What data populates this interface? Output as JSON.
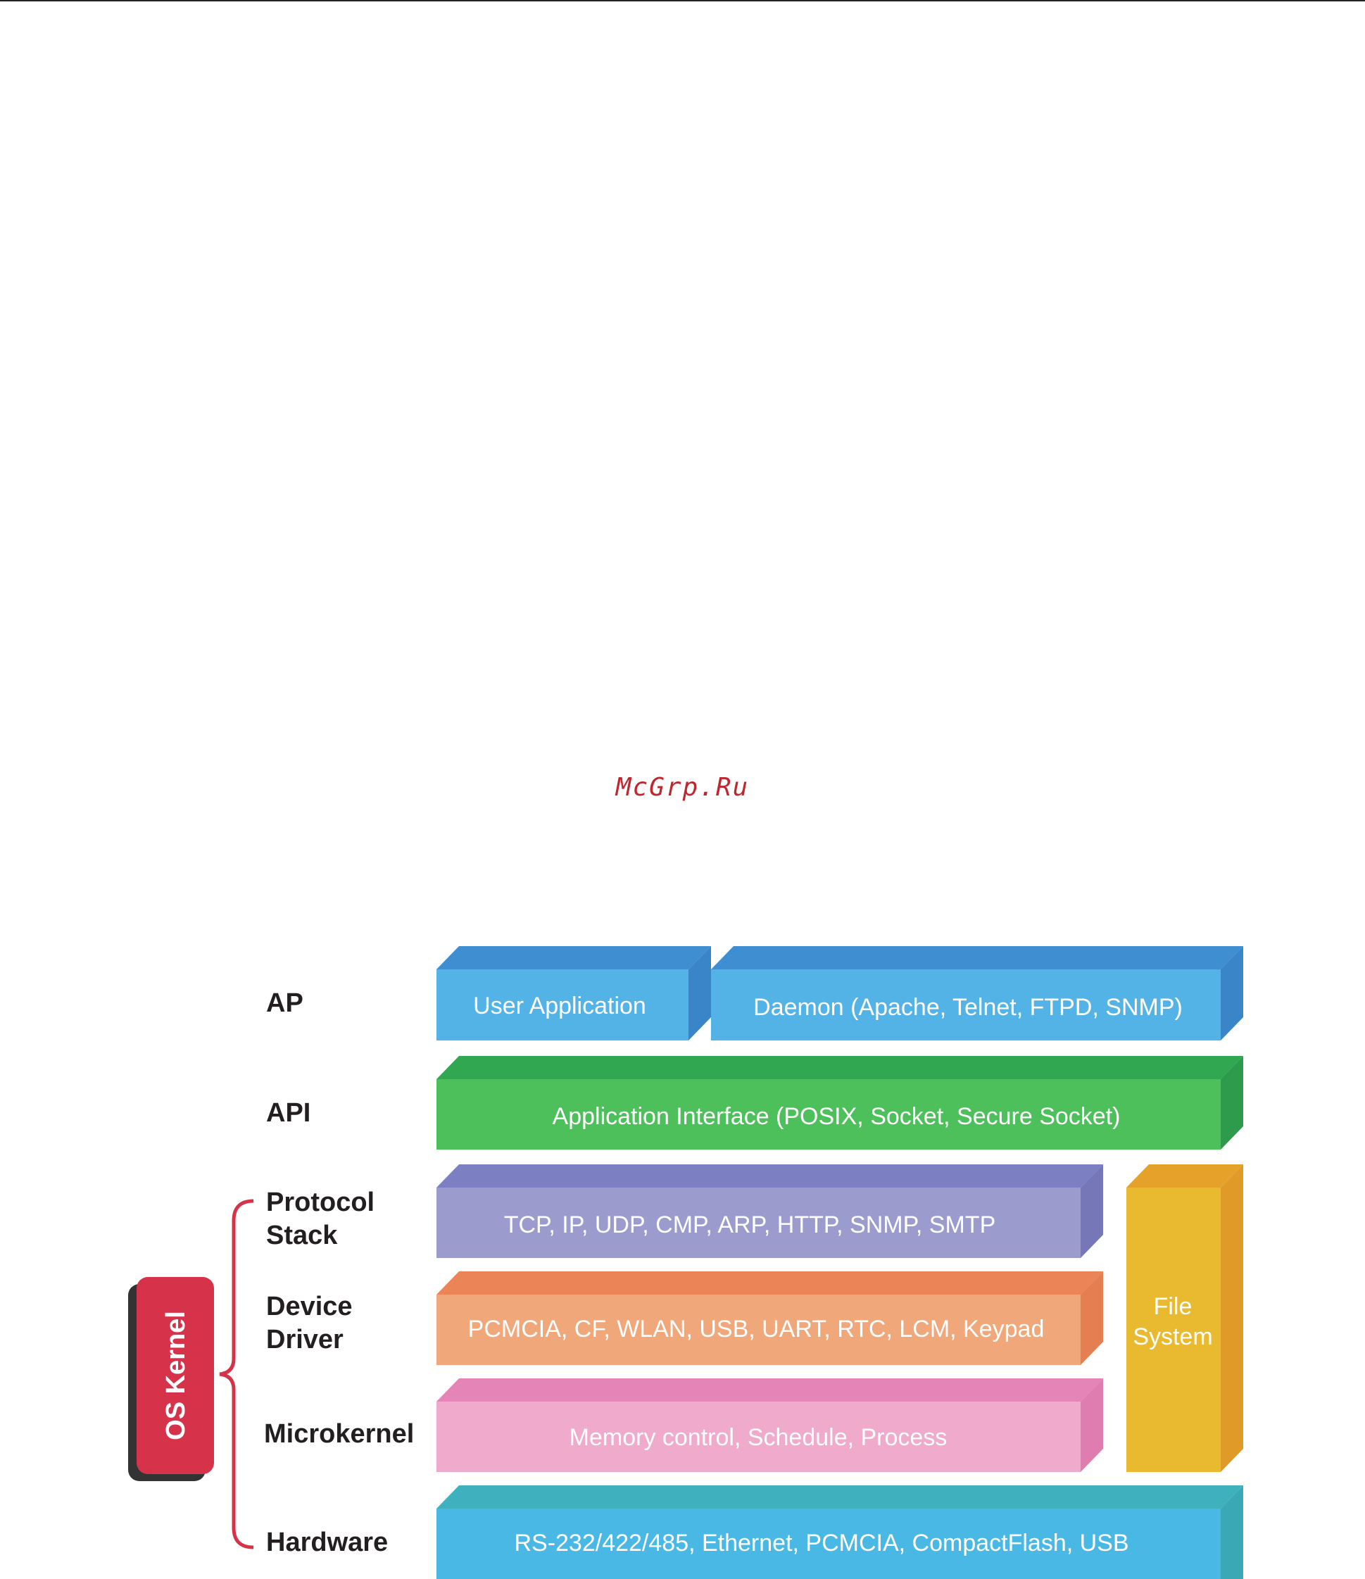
{
  "watermark": "McGrp.Ru",
  "rows": {
    "ap": {
      "label": "AP"
    },
    "api": {
      "label": "API"
    },
    "protocol_stack": {
      "label_line1": "Protocol",
      "label_line2": "Stack"
    },
    "device_driver": {
      "label_line1": "Device",
      "label_line2": "Driver"
    },
    "microkernel": {
      "label": "Microkernel"
    },
    "hardware": {
      "label": "Hardware"
    }
  },
  "bracket_label": "OS Kernel",
  "blocks": {
    "user_application": {
      "text": "User Application",
      "color": "#54b3e6"
    },
    "daemon": {
      "text": "Daemon (Apache, Telnet, FTPD, SNMP)",
      "color": "#54b3e6"
    },
    "application_interface": {
      "text": "Application Interface (POSIX, Socket, Secure Socket)",
      "color": "#4dbf5b"
    },
    "protocols": {
      "text": "TCP, IP, UDP, CMP, ARP, HTTP, SNMP, SMTP",
      "color": "#9b9bce"
    },
    "drivers": {
      "text": "PCMCIA, CF, WLAN, USB, UART, RTC, LCM, Keypad",
      "color": "#f0a77a"
    },
    "microkernel": {
      "text": "Memory control, Schedule, Process",
      "color": "#f0aacb"
    },
    "hardware": {
      "text": "RS-232/422/485, Ethernet, PCMCIA, CompactFlash, USB",
      "color": "#4ab8e4"
    },
    "file_system": {
      "text_line1": "File",
      "text_line2": "System",
      "color": "#e9b92f"
    }
  },
  "colors": {
    "kernel_badge": "#d6334a",
    "bracket": "#d6334a",
    "label_text": "#231f20",
    "watermark": "#c0262d"
  }
}
